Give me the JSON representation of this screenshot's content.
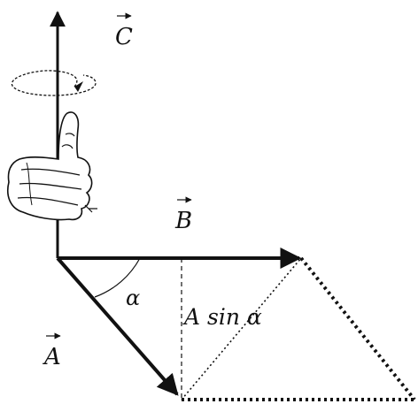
{
  "labels": {
    "vector_c": "C",
    "vector_b": "B",
    "vector_a": "A",
    "angle": "α",
    "a_sin_alpha": "A sin α"
  },
  "colors": {
    "ink": "#111111",
    "skin": "#ffffff"
  },
  "icons": {
    "hand": "right-hand-thumbs-up-icon",
    "rotation": "rotation-arrow-icon"
  }
}
